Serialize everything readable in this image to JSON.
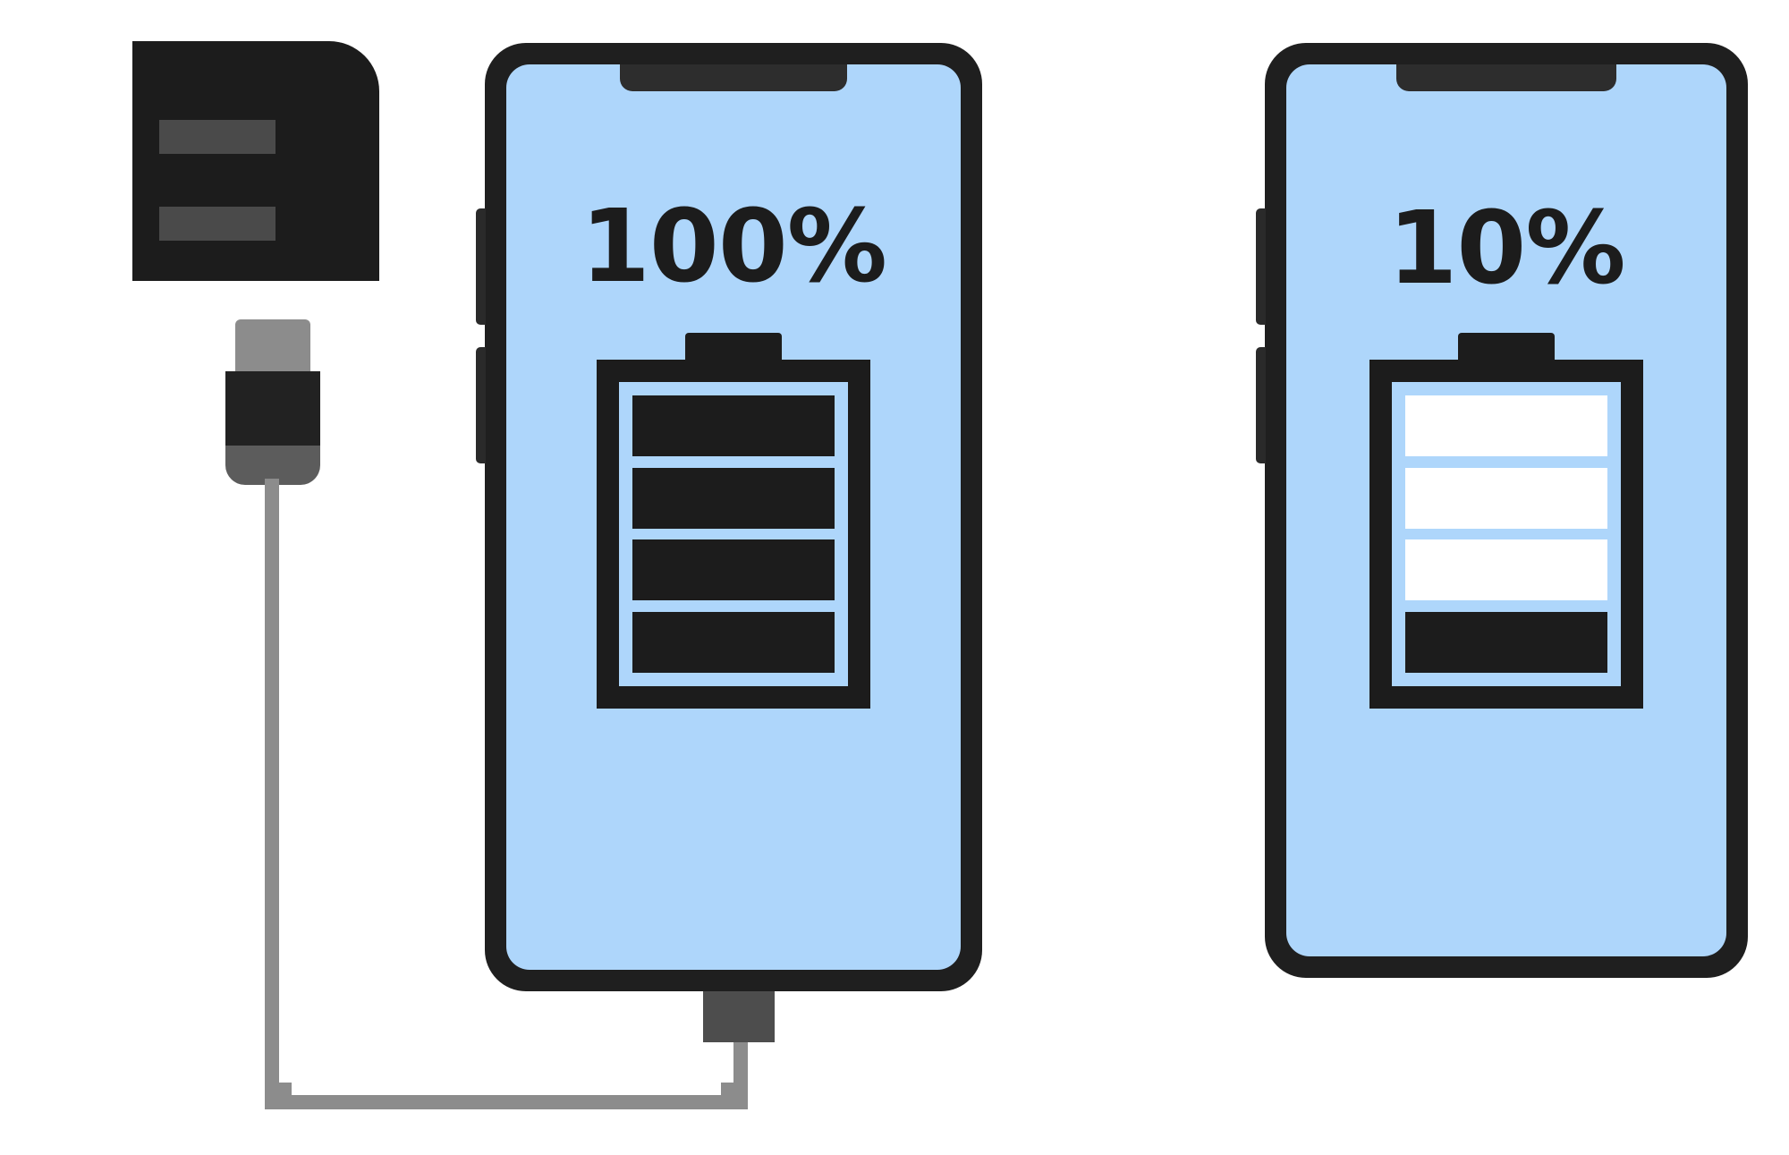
{
  "background_color": "#ffffff",
  "colors": {
    "screen_blue": "#aed6fb",
    "bezel_dark": "#1f1f1f",
    "battery_dark": "#1c1c1c",
    "cable_gray": "#8c8c8c",
    "prong_gray": "#4a4a4a",
    "plug_gray": "#4d4d4d",
    "cell_empty": "#ffffff"
  },
  "charger": {
    "name": "wall-charger",
    "prongs": 2
  },
  "usb_connector": {
    "name": "usb-connector"
  },
  "cable": {
    "name": "charging-cable"
  },
  "phones": [
    {
      "id": "phone-charging",
      "percent_label": "100%",
      "percent_value": 100,
      "is_charging": true,
      "battery_cells": [
        "filled",
        "filled",
        "filled",
        "filled"
      ],
      "side_buttons": 2
    },
    {
      "id": "phone-low",
      "percent_label": "10%",
      "percent_value": 10,
      "is_charging": false,
      "battery_cells": [
        "empty",
        "empty",
        "empty",
        "filled"
      ],
      "side_buttons": 2
    }
  ]
}
